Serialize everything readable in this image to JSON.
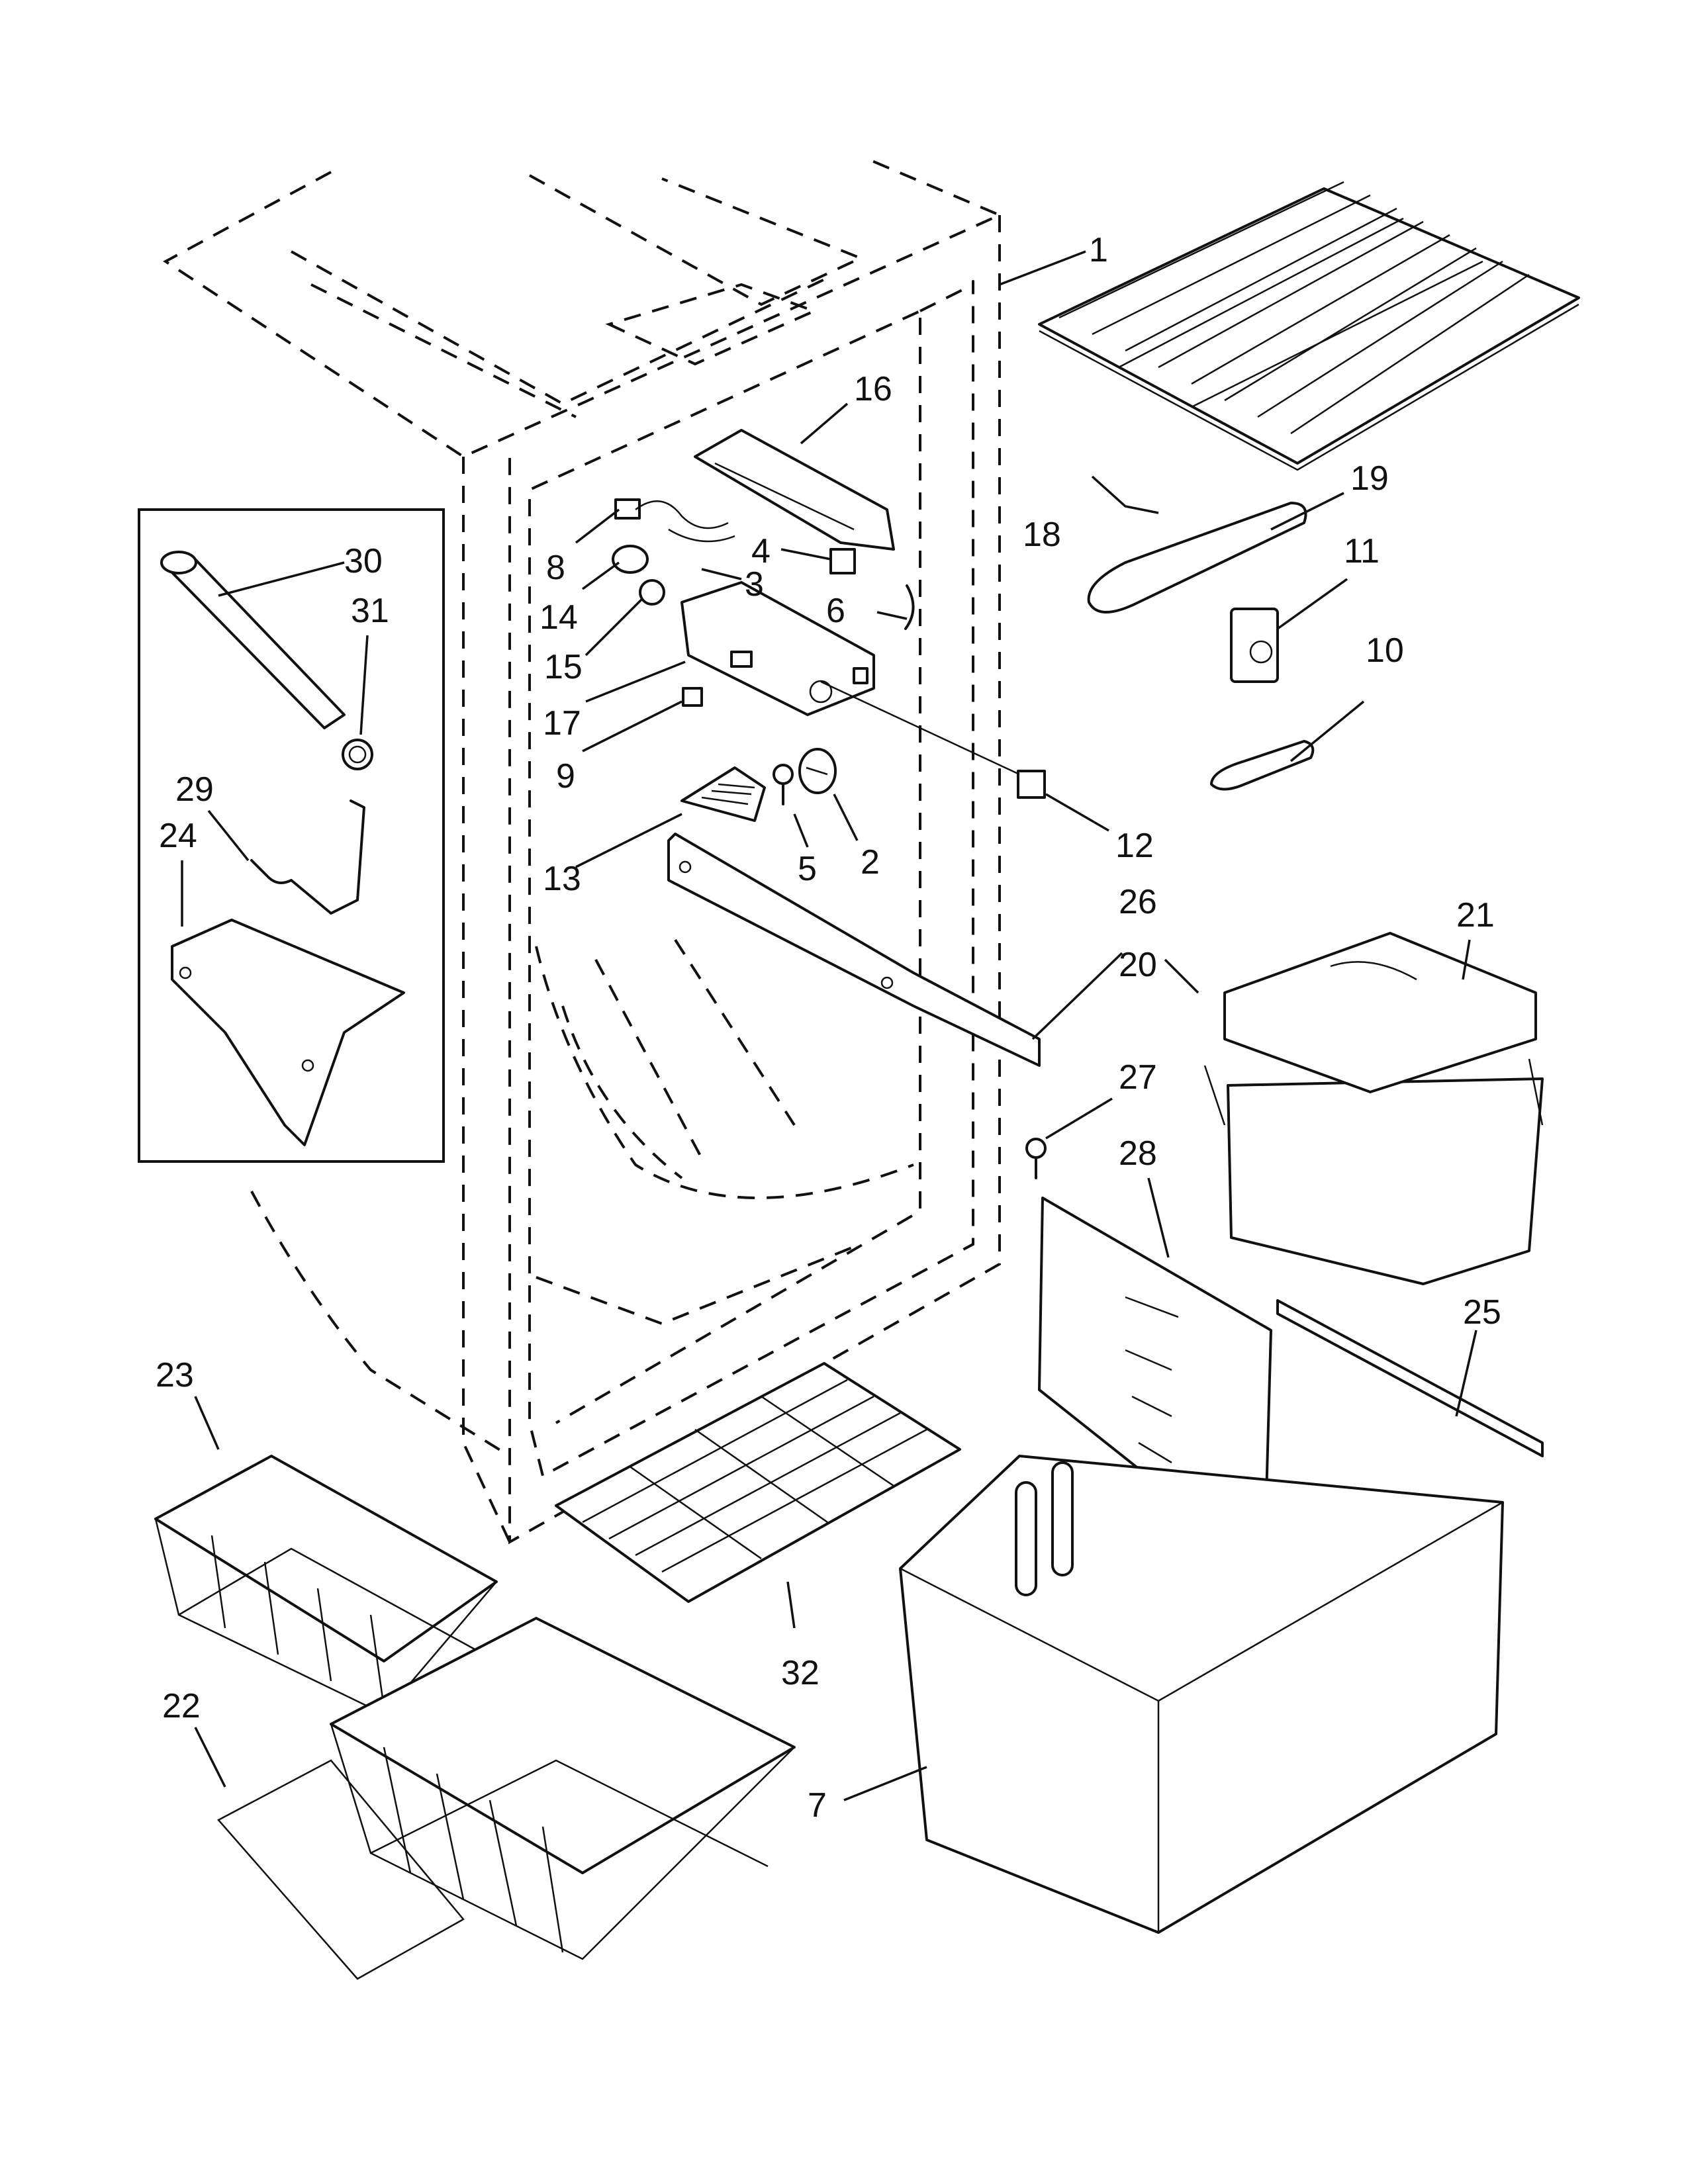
{
  "callouts": [
    {
      "id": "p1",
      "text": "1"
    },
    {
      "id": "p2",
      "text": "2"
    },
    {
      "id": "p3",
      "text": "3"
    },
    {
      "id": "p4",
      "text": "4"
    },
    {
      "id": "p5",
      "text": "5"
    },
    {
      "id": "p6",
      "text": "6"
    },
    {
      "id": "p7",
      "text": "7"
    },
    {
      "id": "p8",
      "text": "8"
    },
    {
      "id": "p9",
      "text": "9"
    },
    {
      "id": "p10",
      "text": "10"
    },
    {
      "id": "p11",
      "text": "11"
    },
    {
      "id": "p12",
      "text": "12"
    },
    {
      "id": "p13",
      "text": "13"
    },
    {
      "id": "p14",
      "text": "14"
    },
    {
      "id": "p15",
      "text": "15"
    },
    {
      "id": "p16",
      "text": "16"
    },
    {
      "id": "p17",
      "text": "17"
    },
    {
      "id": "p18",
      "text": "18"
    },
    {
      "id": "p19",
      "text": "19"
    },
    {
      "id": "p20",
      "text": "20"
    },
    {
      "id": "p21",
      "text": "21"
    },
    {
      "id": "p22",
      "text": "22"
    },
    {
      "id": "p23",
      "text": "23"
    },
    {
      "id": "p24",
      "text": "24"
    },
    {
      "id": "p25",
      "text": "25"
    },
    {
      "id": "p26",
      "text": "26"
    },
    {
      "id": "p27",
      "text": "27"
    },
    {
      "id": "p28",
      "text": "28"
    },
    {
      "id": "p29",
      "text": "29"
    },
    {
      "id": "p30",
      "text": "30"
    },
    {
      "id": "p31",
      "text": "31"
    },
    {
      "id": "p32",
      "text": "32"
    }
  ]
}
